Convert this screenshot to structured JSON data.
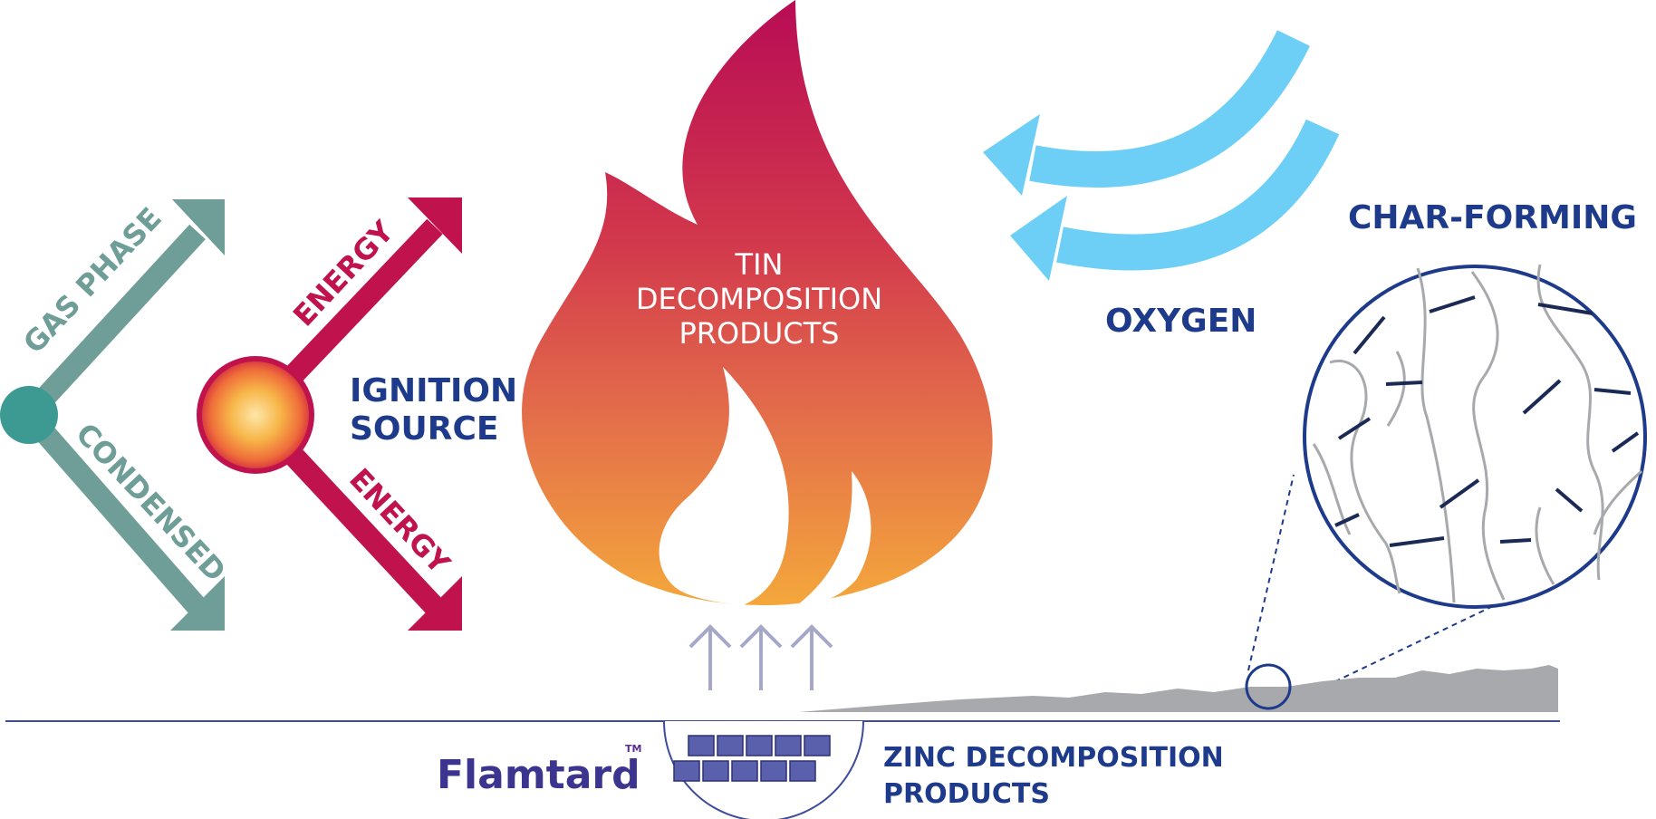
{
  "labels": {
    "gas_phase": "GAS PHASE",
    "condensed": "CONDENSED",
    "energy_top": "ENERGY",
    "energy_bottom": "ENERGY",
    "ignition_line1": "IGNITION",
    "ignition_line2": "SOURCE",
    "tin_line1": "TIN",
    "tin_line2": "DECOMPOSITION",
    "tin_line3": "PRODUCTS",
    "oxygen": "OXYGEN",
    "char_forming": "CHAR-FORMING",
    "zinc_line1": "ZINC DECOMPOSITION",
    "zinc_line2": "PRODUCTS",
    "brand": "Flamtard",
    "trademark": "TM"
  },
  "colors": {
    "teal": "#6f9e98",
    "teal_node": "#3d9a93",
    "crimson": "#c0134d",
    "navy": "#1e3a8a",
    "sky": "#6ecff6",
    "flame_top": "#c0134d",
    "flame_mid": "#e0604a",
    "flame_bottom": "#f5a83a",
    "char_gray": "#a7a9ac",
    "ground_line": "#3c4b9b",
    "up_arrow": "#a6a8c8",
    "brand_purple": "#5b2d8c"
  },
  "icons": {
    "heat_arrows": "up-arrow-icon",
    "zinc_cubes": "cube-grid-icon",
    "oxygen_arrows": "curved-arrow-icon"
  }
}
